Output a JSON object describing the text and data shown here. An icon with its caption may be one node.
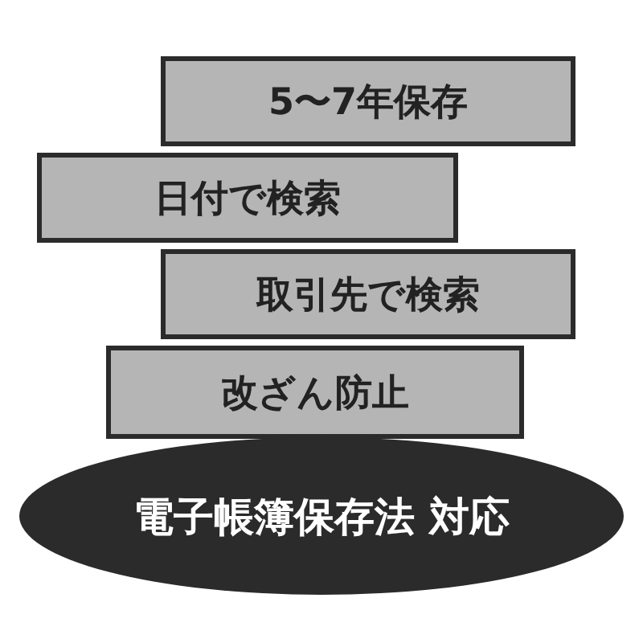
{
  "diagram": {
    "nodes": [
      {
        "text": [
          "5〜7年保存"
        ]
      },
      {
        "text": [
          "日付で検索"
        ]
      },
      {
        "text": [
          "取引先で検索"
        ]
      },
      {
        "text": [
          "改ざん防止"
        ]
      },
      {
        "text": [
          "電子帳簿保存法 対応"
        ]
      }
    ]
  }
}
